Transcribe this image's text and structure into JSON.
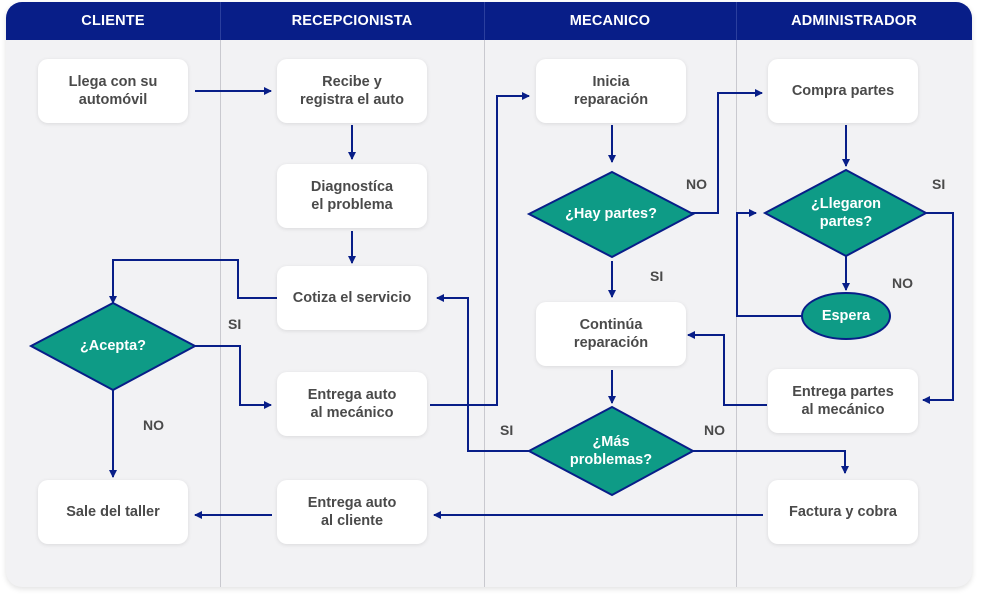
{
  "lanes": [
    "CLIENTE",
    "RECEPCIONISTA",
    "MECANICO",
    "ADMINISTRADOR"
  ],
  "nodes": {
    "llega": "Llega con su\nautomóvil",
    "recibe": "Recibe y\nregistra el auto",
    "diagnostica": "Diagnostíca\nel problema",
    "cotiza": "Cotiza el servicio",
    "acepta": "¿Acepta?",
    "entrega_mecanico": "Entrega auto\nal mecánico",
    "sale": "Sale del taller",
    "entrega_cliente": "Entrega auto\nal cliente",
    "inicia": "Inicia\nreparación",
    "hay_partes": "¿Hay partes?",
    "continua": "Continúa\nreparación",
    "mas_problemas": "¿Más\nproblemas?",
    "compra": "Compra partes",
    "llegaron": "¿Llegaron\npartes?",
    "espera": "Espera",
    "entrega_partes": "Entrega partes\nal mecánico",
    "factura": "Factura y cobra"
  },
  "edge_labels": {
    "acepta_si": "SI",
    "acepta_no": "NO",
    "hay_no": "NO",
    "hay_si": "SI",
    "llegaron_si": "SI",
    "llegaron_no": "NO",
    "mas_si": "SI",
    "mas_no": "NO"
  },
  "colors": {
    "header": "#081e88",
    "arrow": "#081e88",
    "decision": "#0e9b86",
    "decision_border": "#081e88",
    "panel": "#f2f2f4",
    "text": "#4a4a4a"
  }
}
